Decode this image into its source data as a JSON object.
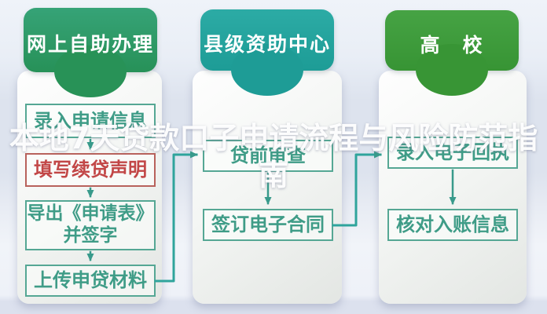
{
  "watermark": {
    "line1": "本地7天贷款口子申请流程与风险防范指",
    "line2": "南"
  },
  "columns": [
    {
      "header": "网上自助办理",
      "header_color": "#2b9b68",
      "steps": [
        {
          "label": "录入申请信息",
          "highlight": false
        },
        {
          "label": "填写续贷声明",
          "highlight": true
        },
        {
          "label": "导出《申请表》\n并签字",
          "highlight": false
        },
        {
          "label": "上传申贷材料",
          "highlight": false
        }
      ]
    },
    {
      "header": "县级资助中心",
      "header_color": "#21a49e",
      "steps": [
        {
          "label": "贷前审查",
          "highlight": false
        },
        {
          "label": "签订电子合同",
          "highlight": false
        }
      ]
    },
    {
      "header": "高　校",
      "header_color": "#3d9c3a",
      "steps": [
        {
          "label": "录入电子回执",
          "highlight": false
        },
        {
          "label": "核对入账信息",
          "highlight": false
        }
      ]
    }
  ],
  "colors": {
    "header_online": "#2b9b68",
    "header_county": "#21a49e",
    "header_university": "#3d9c3a",
    "step_border": "#55a794",
    "step_text": "#3f9c87",
    "highlight_border": "#b8625c",
    "highlight_text": "#c24747",
    "connector": "#389a8b",
    "watermark_text": "#ffffff",
    "background": "#e6ebf4"
  }
}
